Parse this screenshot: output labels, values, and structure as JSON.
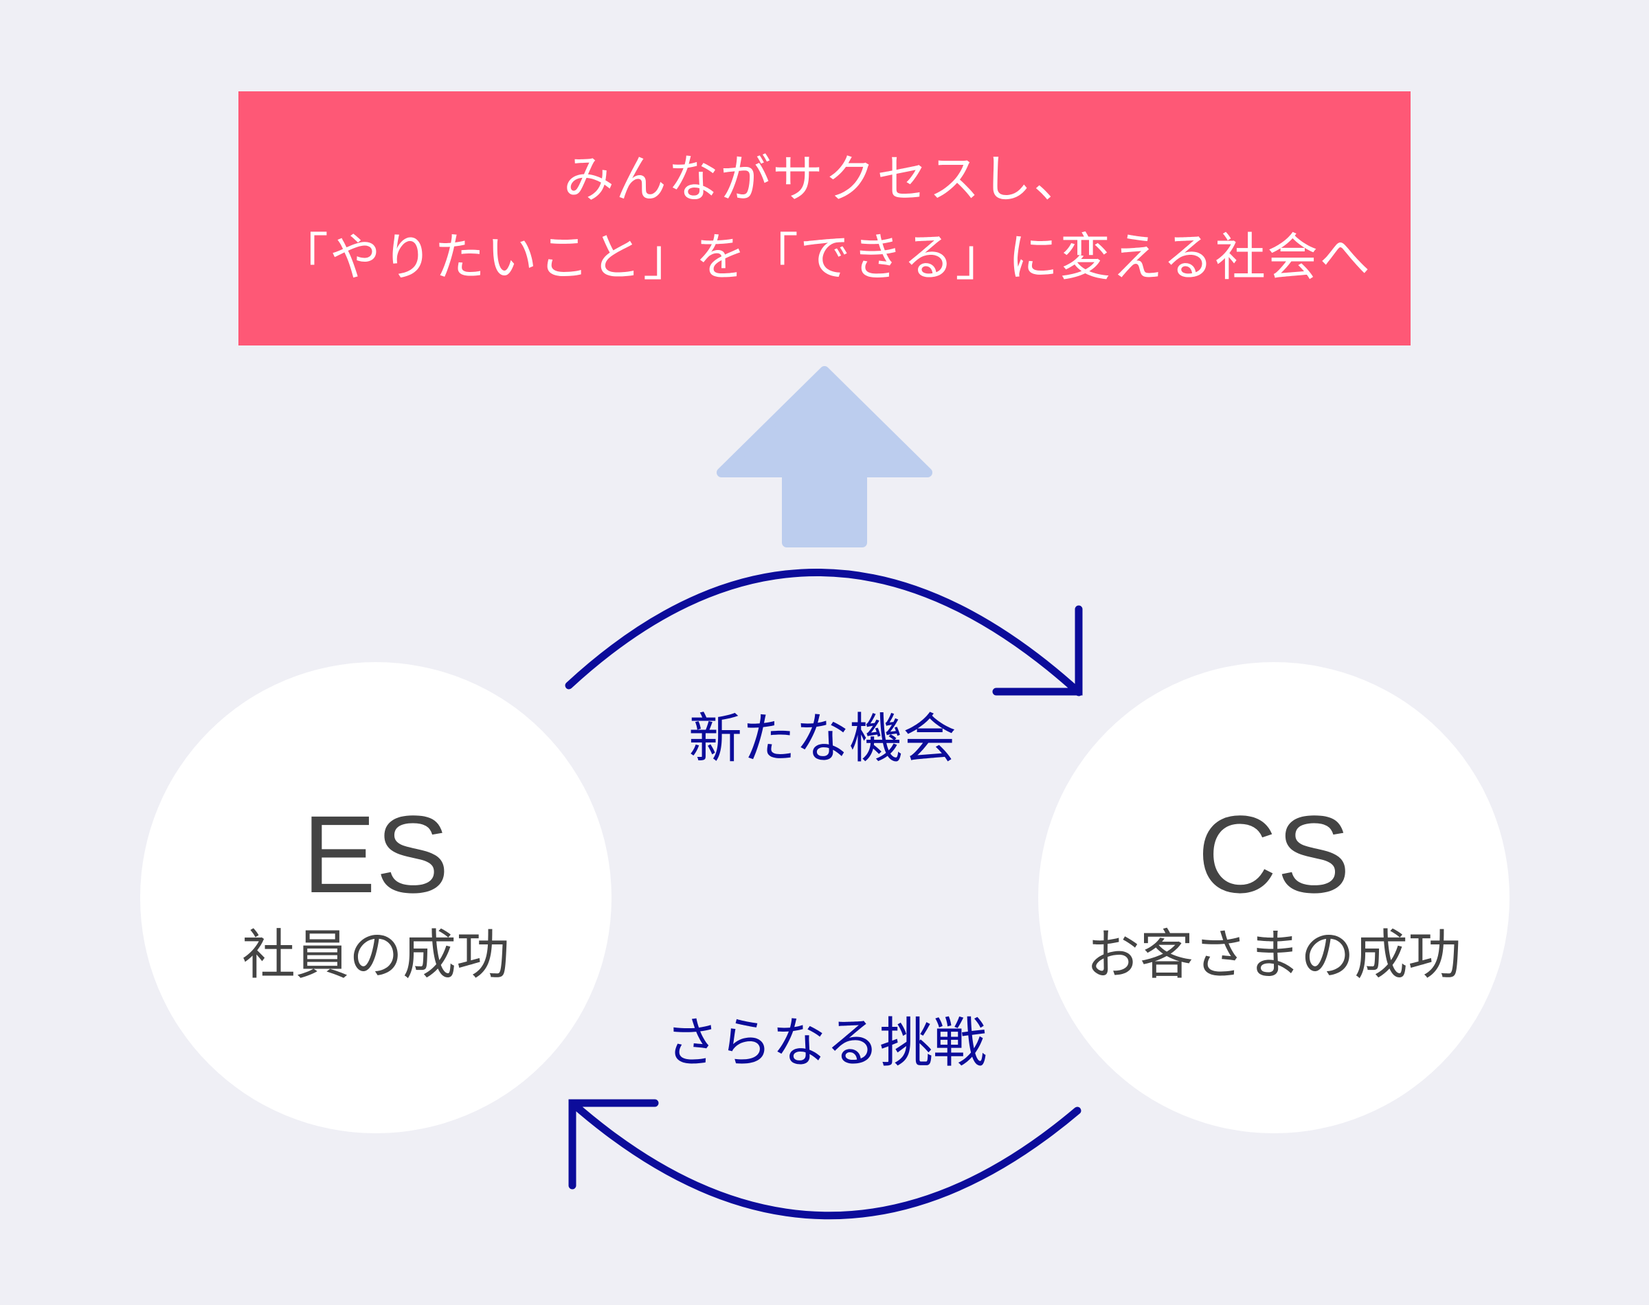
{
  "goal": {
    "line1": "みんながサクセスし、",
    "line2": "「やりたいこと」を「できる」に変える社会へ"
  },
  "nodes": {
    "es": {
      "abbr": "ES",
      "label": "社員の成功"
    },
    "cs": {
      "abbr": "CS",
      "label": "お客さまの成功"
    }
  },
  "flows": {
    "es_to_cs": "新たな機会",
    "cs_to_es": "さらなる挑戦"
  },
  "colors": {
    "background": "#efeff5",
    "banner": "#fe5876",
    "up_arrow": "#bccdee",
    "cycle_arrow": "#0c0c9a",
    "node_fill": "#ffffff",
    "node_text": "#444444"
  },
  "icons": {
    "up_arrow": "arrow-up-icon",
    "cycle_arrows": "cycle-arrow-icon"
  }
}
